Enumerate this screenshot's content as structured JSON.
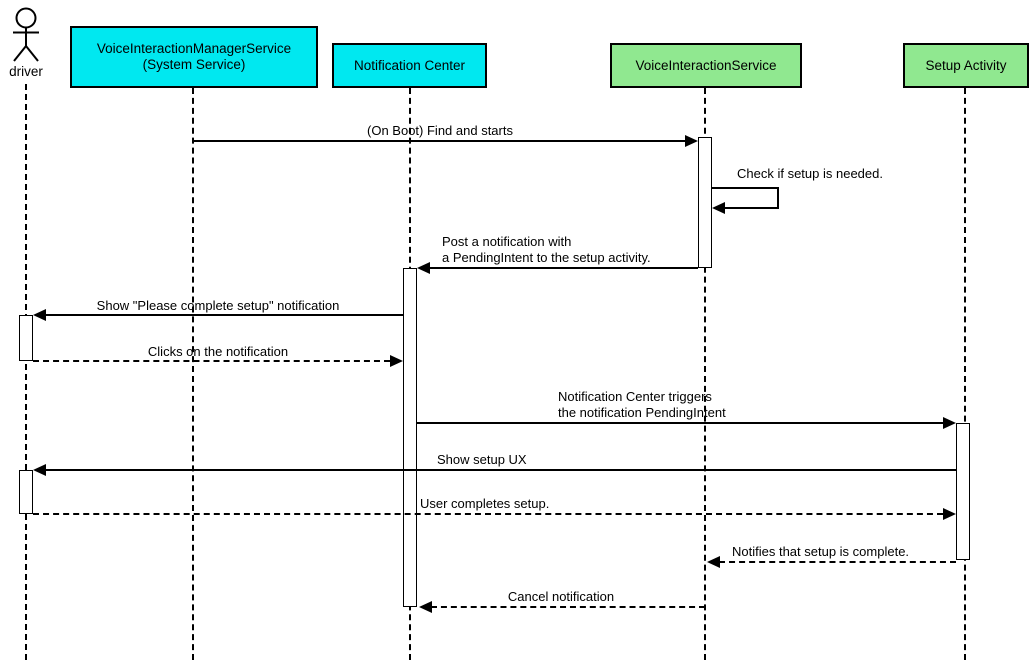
{
  "diagram": {
    "type": "sequence-diagram",
    "colors": {
      "system_service_fill": "#00E8F0",
      "app_component_fill": "#90E890",
      "line": "#000000",
      "background": "#FFFFFF"
    },
    "participants": [
      {
        "id": "driver",
        "kind": "actor",
        "label": "driver"
      },
      {
        "id": "vims",
        "kind": "box",
        "label_line1": "VoiceInteractionManagerService",
        "label_line2": "(System Service)",
        "fill": "#00E8F0"
      },
      {
        "id": "notification-center",
        "kind": "box",
        "label": "Notification Center",
        "fill": "#00E8F0"
      },
      {
        "id": "voice-interaction-service",
        "kind": "box",
        "label": "VoiceInteractionService",
        "fill": "#90E890"
      },
      {
        "id": "setup-activity",
        "kind": "box",
        "label": "Setup Activity",
        "fill": "#90E890"
      }
    ],
    "messages": [
      {
        "from": "vims",
        "to": "voice-interaction-service",
        "style": "solid",
        "label": "(On Boot) Find and starts"
      },
      {
        "from": "voice-interaction-service",
        "to": "voice-interaction-service",
        "style": "solid",
        "self": true,
        "label": "Check if setup is needed."
      },
      {
        "from": "voice-interaction-service",
        "to": "notification-center",
        "style": "solid",
        "label_line1": "Post a notification with",
        "label_line2": "a PendingIntent to the setup activity."
      },
      {
        "from": "notification-center",
        "to": "driver",
        "style": "solid",
        "label": "Show \"Please complete setup\" notification"
      },
      {
        "from": "driver",
        "to": "notification-center",
        "style": "dashed",
        "label": "Clicks on the notification"
      },
      {
        "from": "notification-center",
        "to": "setup-activity",
        "style": "solid",
        "label_line1": "Notification Center triggers",
        "label_line2": "the notification PendingIntent"
      },
      {
        "from": "setup-activity",
        "to": "driver",
        "style": "solid",
        "label": "Show setup UX"
      },
      {
        "from": "driver",
        "to": "setup-activity",
        "style": "dashed",
        "label": "User completes setup."
      },
      {
        "from": "setup-activity",
        "to": "voice-interaction-service",
        "style": "dashed",
        "label": "Notifies that setup is complete."
      },
      {
        "from": "voice-interaction-service",
        "to": "notification-center",
        "style": "dashed",
        "label": "Cancel notification"
      }
    ]
  }
}
